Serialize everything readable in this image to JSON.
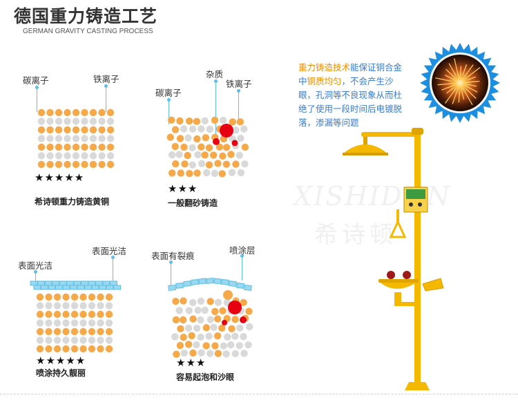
{
  "header": {
    "title": "德国重力铸造工艺",
    "subtitle": "GERMAN GRAVITY CASTING PROCESS"
  },
  "panels": {
    "p1": {
      "labels": [
        "碳离子",
        "铁离子"
      ],
      "stars": "★★★★★",
      "caption": "希诗顿重力铸造黄铜"
    },
    "p2": {
      "labels": [
        "碳离子",
        "杂质",
        "铁离子"
      ],
      "stars": "★★★",
      "caption": "一般翻砂铸造"
    },
    "p3": {
      "labels": [
        "表面光洁",
        "表面光洁"
      ],
      "stars": "★★★★★",
      "caption": "喷涂持久靓丽"
    },
    "p4": {
      "labels": [
        "表面有裂痕",
        "喷涂层"
      ],
      "stars": "★★★",
      "caption": "容易起泡和沙眼"
    }
  },
  "description": {
    "highlight": "重力铸造技术",
    "text_1": "能保证铜合金中",
    "highlight_2": "铜质均匀",
    "text_2": "，不会产生沙眼，孔洞等不良现象从而杜绝了使用一段时间后电镀脱落，渗漏等问题"
  },
  "watermark": {
    "text": "XISHIDUN",
    "cn": "希诗顿"
  },
  "colors": {
    "orange": "#f6a94a",
    "gray": "#d9d9d9",
    "red": "#e60012",
    "blue": "#5bc0e8",
    "yellow": "#f5b800"
  }
}
